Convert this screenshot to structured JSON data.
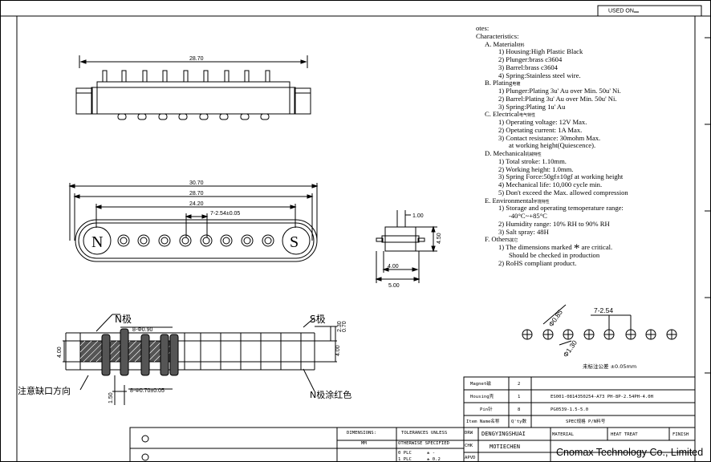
{
  "header": {
    "used_on": "USED ON"
  },
  "notes": {
    "heading": "otes:",
    "characteristics": "Characteristics:",
    "sections": [
      {
        "title": "A. Material",
        "tag": "材料",
        "items": [
          "1) Housing:High Plastic Black",
          "2) Plunger:brass c3604",
          "3) Barrel:brass c3604",
          "4) Spring:Stainless steel wire."
        ]
      },
      {
        "title": "B. Plating",
        "tag": "电镀",
        "items": [
          "1) Plunger:Plating 3u' Au over Min. 50u' Ni.",
          "2) Barrel:Plating 3u' Au over Min. 50u' Ni.",
          "3) Spring:Plating   1u' Au"
        ]
      },
      {
        "title": "C. Electrical",
        "tag": "电气特性",
        "items": [
          "1) Operating voltage: 12V Max.",
          "2) Opetating current: 1A Max.",
          "3) Contact resistance: 30mohm Max.",
          "    at working height(Quiescence)."
        ]
      },
      {
        "title": "D. Mechanical",
        "tag": "机械特性",
        "items": [
          "1) Total stroke: 1.10mm.",
          "2) Working height: 1.0mm.",
          "3) Spring Force:50gf±10gf at working height",
          "4) Mechanical life: 10,000 cycle min.",
          "5) Don't exceed the Max. allowed compression"
        ]
      },
      {
        "title": "E. Environmental",
        "tag": "环境特性",
        "items": [
          "1) Storage and operating temoperature range:",
          "   -40°C~+85°C",
          "2) Humidity range: 10% RH to 90% RH",
          "3) Salt spray: 48H"
        ]
      },
      {
        "title": "F. Others",
        "tag": "其它",
        "items": []
      }
    ],
    "others_1a": "1) The dimensions marked",
    "others_1b": "are critical.",
    "others_1c": "Should be checked in production",
    "others_2": "2) RoHS compliant product."
  },
  "dims": {
    "top_len": "28.70",
    "front_outer": "30.70",
    "front_mid": "28.70",
    "front_inner": "24.20",
    "pitch": "7-2.54±0.05",
    "side_pin": "1.00",
    "side_h": "4.50",
    "side_w1": "4.00",
    "side_w2": "5.00",
    "n_label": "N",
    "s_label": "S",
    "dia": "8-Φ0.90",
    "dia2": "8-Φ0.70±0.05",
    "h_a": "2.30",
    "h_b": "0.70",
    "h_c": "4.00",
    "left_h": "4.00",
    "left_b": "1.50",
    "hole_pitch": "7-2.54",
    "hole_d1": "Φ0.85",
    "hole_d2": "Φ1.30",
    "tol_note": "未标注公差 ±0.05mm"
  },
  "callouts": {
    "n_pole": "N极",
    "s_pole": "S极",
    "notch": "注意缺口方向",
    "n_red": "N极涂红色"
  },
  "title_block": {
    "magnet_label": "Magnet磁",
    "magnet_qty": "2",
    "housing_label": "Housing壳",
    "housing_qty": "1",
    "housing_spec": "ES001-0814350254-A73  PH-8P-2.54PH-4.0H",
    "pin_label": "Pin针",
    "pin_qty": "8",
    "pin_spec": "PG0539-1.5-5.0",
    "item_name": "Item Name名称",
    "qty": "Q'ty数",
    "spec": "SPEC规格 P/N料号",
    "drw_label": "DRW",
    "drw_name": "DENGYINGSHUAI",
    "chk_label": "CHK",
    "chk_name": "MOTIECHEN",
    "apvd_label": "APVD",
    "material": "MATERIAL",
    "heat": "HEAT TREAT",
    "finish": "FINISH",
    "dimensions": "DIMENSIONS:",
    "mm": "MM",
    "tolerances": "TOLERANCES UNLESS",
    "otherwise": "OTHERWISE SPECIFIED",
    "plc0": "0 PLC",
    "plc0_val": "±  -",
    "plc1": "1 PLC",
    "plc1_val": "±  0.2",
    "company": "Cnomax Technology Co., Limited"
  }
}
